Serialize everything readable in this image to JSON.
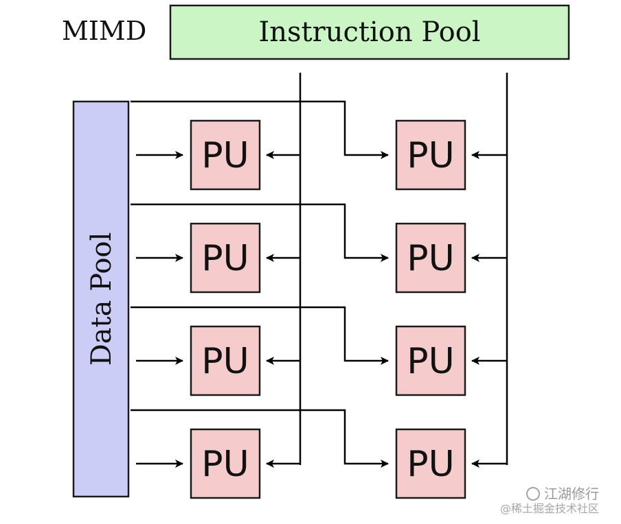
{
  "title": "MIMD",
  "instruction_pool": {
    "label": "Instruction Pool",
    "fill": "#ccf5c6"
  },
  "data_pool": {
    "label": "Data Pool",
    "fill": "#cccdf6"
  },
  "pu": {
    "label": "PU",
    "fill": "#f5cccb",
    "rows": 4,
    "columns": 2
  },
  "watermark": {
    "line1": "江湖修行",
    "line2": "@稀土掘金技术社区"
  },
  "colors": {
    "line": "#000000",
    "border": "#1a1a1a"
  }
}
